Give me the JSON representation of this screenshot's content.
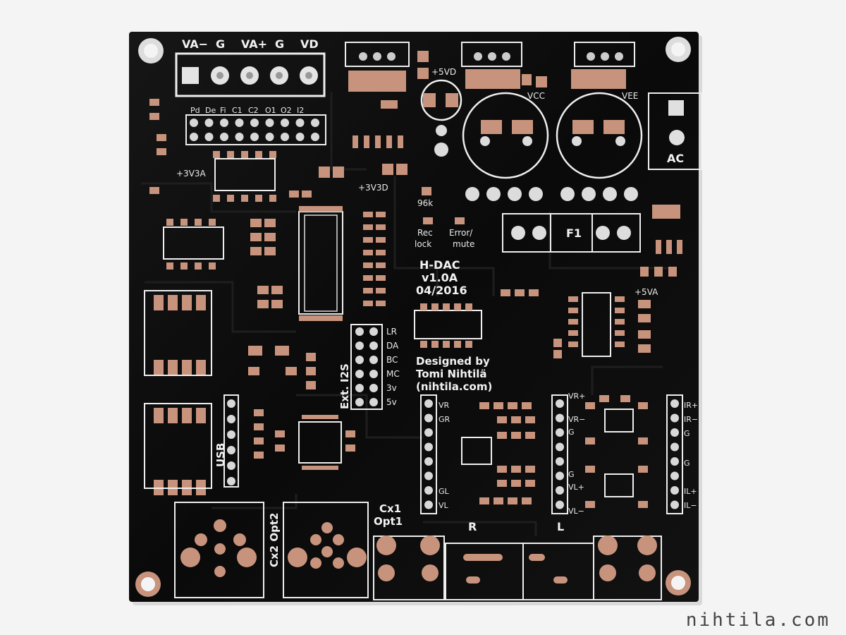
{
  "board": {
    "title": "H-DAC",
    "version": "v1.0A",
    "date": "04/2016",
    "credit_line1": "Designed by",
    "credit_line2": "Tomi Nihtilä",
    "credit_line3": "(nihtila.com)"
  },
  "power_header": [
    "VA−",
    "G",
    "VA+",
    "G",
    "VD"
  ],
  "config_header": [
    "Pd",
    "De",
    "Fi",
    "C1",
    "C2",
    "O1",
    "O2",
    "I2"
  ],
  "labels": {
    "v3a": "+3V3A",
    "v3d": "+3V3D",
    "v5d": "+5VD",
    "v5a": "+5VA",
    "vcc": "VCC",
    "vee": "VEE",
    "ac": "AC",
    "fuse": "F1",
    "res": "96k",
    "rec1": "Rec",
    "rec2": "lock",
    "err1": "Error/",
    "err2": "mute",
    "usb": "USB",
    "ext": "Ext. I2S",
    "cx1": "Cx1",
    "opt1": "Opt1",
    "cx2opt2": "Cx2 Opt2",
    "r": "R",
    "l": "L"
  },
  "i2s_pins": [
    "LR",
    "DA",
    "BC",
    "MC",
    "3v",
    "5v"
  ],
  "out_left_pins": [
    "VR",
    "GR",
    "GL",
    "VL"
  ],
  "out_mid_pins": [
    "VR+",
    "VR−",
    "G",
    "G",
    "VL+",
    "VL−"
  ],
  "out_right_pins": [
    "IR+",
    "IR−",
    "G",
    "G",
    "IL+",
    "IL−"
  ],
  "watermark": "nihtila.com",
  "colors": {
    "background": "#f4f4f4",
    "board": "#0b0b0b",
    "copper": "#c8937c",
    "silkscreen": "#f2f2f2",
    "hole": "#f4f4f4"
  }
}
